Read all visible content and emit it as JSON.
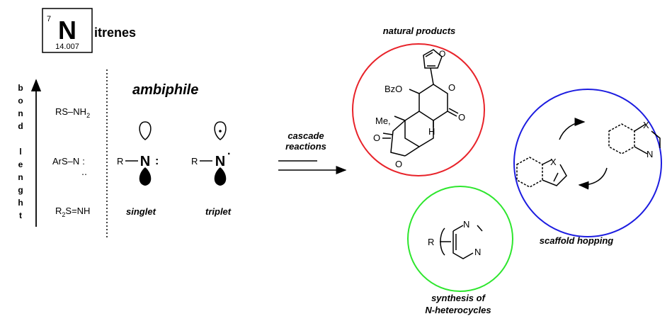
{
  "element": {
    "atomic_number": "7",
    "symbol": "N",
    "mass": "14.007",
    "word_rest": "itrenes"
  },
  "axis": {
    "label_letters": [
      "b",
      "o",
      "n",
      "d",
      "l",
      "e",
      "n",
      "g",
      "h",
      "t"
    ]
  },
  "reagents": {
    "rs_nh2": {
      "main": "RS–NH",
      "sub": "2"
    },
    "ars_n": {
      "main": "ArS–N",
      "colon": ":",
      "dots": "‥"
    },
    "r2s_nh": {
      "pre": "R",
      "sub": "2",
      "post": "S=NH"
    }
  },
  "ambiphile": {
    "title": "ambiphile",
    "singlet": {
      "r": "R",
      "dash": "—",
      "n": "N",
      "colon": ":",
      "label": "singlet"
    },
    "triplet": {
      "r": "R",
      "dash": "—",
      "n": "N",
      "dot": "·",
      "label": "triplet"
    }
  },
  "arrow": {
    "line1": "cascade",
    "line2": "reactions"
  },
  "natural_products": {
    "label": "natural products",
    "O_furan": "O",
    "BzO": "BzO",
    "O_lactone": "O",
    "O_carbonyl": "O",
    "Me": "Me,",
    "H": "H",
    "O_keto": "O",
    "O_bridge": "O",
    "color": "#e8232a"
  },
  "heterocycles": {
    "label_line1": "synthesis of",
    "label_line2": "N-heterocycles",
    "R": "R",
    "N1": "N",
    "N2": "N",
    "color": "#2ee62e"
  },
  "scaffold": {
    "label": "scaffold hopping",
    "X1": "X",
    "X2": "X",
    "N": "N",
    "color": "#1c1ce0"
  }
}
